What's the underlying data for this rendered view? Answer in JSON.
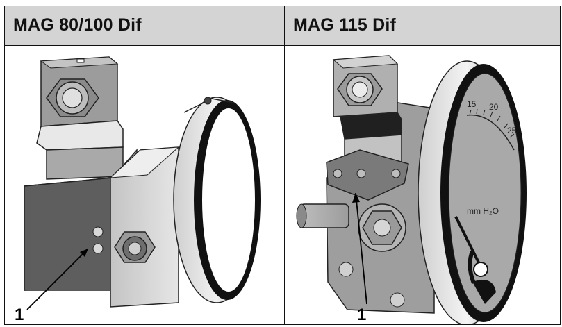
{
  "columns": [
    {
      "title": "MAG 80/100 Dif",
      "callout": "1"
    },
    {
      "title": "MAG 115 Dif",
      "callout": "1"
    }
  ],
  "gauge_ticks": [
    "15",
    "20",
    "25"
  ],
  "gauge_unit": "mm H₂O",
  "colors": {
    "header_bg": "#d4d4d4",
    "border": "#111111",
    "metal": "#b9b9b9"
  }
}
